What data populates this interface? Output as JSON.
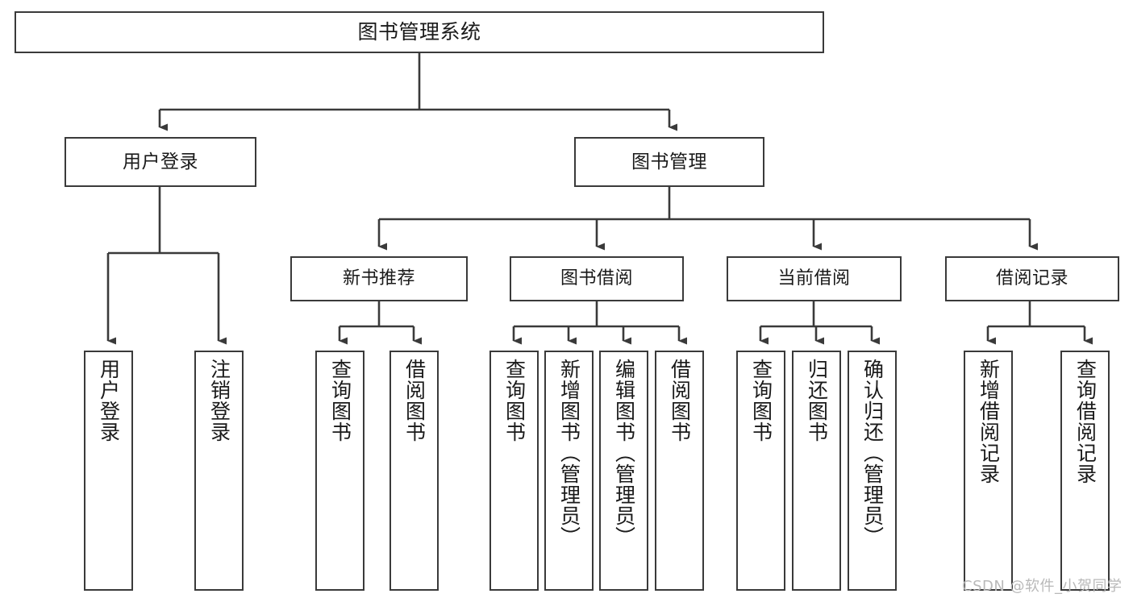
{
  "diagram": {
    "title": "图书管理系统",
    "watermark": "CSDN @软件_小贺同学",
    "colors": {
      "border": "#3a3a3a",
      "background": "#ffffff",
      "text": "#1a1a1a",
      "watermark": "#b9b9b9"
    },
    "root": {
      "label": "图书管理系统"
    },
    "level2": [
      {
        "label": "用户登录"
      },
      {
        "label": "图书管理"
      }
    ],
    "level3": [
      {
        "label": "新书推荐"
      },
      {
        "label": "图书借阅"
      },
      {
        "label": "当前借阅"
      },
      {
        "label": "借阅记录"
      }
    ],
    "leaves": {
      "user_login": [
        {
          "label": "用户登录"
        },
        {
          "label": "注销登录"
        }
      ],
      "new_book_recommend": [
        {
          "label": "查询图书"
        },
        {
          "label": "借阅图书"
        }
      ],
      "book_borrow": [
        {
          "label": "查询图书"
        },
        {
          "label": "新增图书（管理员）"
        },
        {
          "label": "编辑图书（管理员）"
        },
        {
          "label": "借阅图书"
        }
      ],
      "current_borrow": [
        {
          "label": "查询图书"
        },
        {
          "label": "归还图书"
        },
        {
          "label": "确认归还（管理员）"
        }
      ],
      "borrow_record": [
        {
          "label": "新增借阅记录"
        },
        {
          "label": "查询借阅记录"
        }
      ]
    }
  }
}
